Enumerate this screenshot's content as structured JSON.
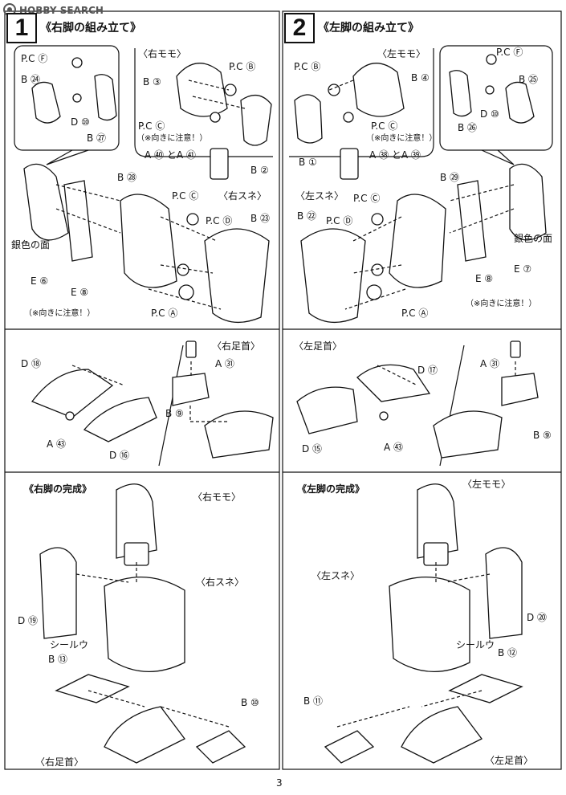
{
  "logo": {
    "text": "HOBBY SEARCH"
  },
  "page_number": "3",
  "step1": {
    "number": "1",
    "title": "《右脚の組み立て》",
    "thigh": {
      "title": "〈右モモ〉",
      "labels": [
        "P.C Ⓑ",
        "B ③",
        "P.C Ⓒ",
        "（※向きに注意！）",
        "A ㊵ とA ㊶",
        "B ②"
      ]
    },
    "inset": {
      "labels": [
        "P.C Ⓕ",
        "B ㉔",
        "D ⑩",
        "B ㉗"
      ]
    },
    "shin": {
      "title": "〈右スネ〉",
      "labels": [
        "B ㉘",
        "P.C Ⓒ",
        "P.C Ⓓ",
        "B ㉓",
        "銀色の面",
        "E ⑥",
        "E ⑧",
        "（※向きに注意！）",
        "P.C Ⓐ"
      ]
    },
    "ankle": {
      "title": "〈右足首〉",
      "labels": [
        "D ⑱",
        "A ㊸",
        "D ⑯",
        "A ㉛",
        "B ⑨"
      ]
    },
    "complete": {
      "title": "《右脚の完成》",
      "labels": [
        "〈右モモ〉",
        "〈右スネ〉",
        "D ⑲",
        "シールウ",
        "B ⑬",
        "B ⑩",
        "〈右足首〉"
      ]
    }
  },
  "step2": {
    "number": "2",
    "title": "《左脚の組み立て》",
    "thigh": {
      "title": "〈左モモ〉",
      "labels": [
        "P.C Ⓑ",
        "B ④",
        "B ①",
        "P.C Ⓒ",
        "（※向きに注意！）",
        "A ㊳ とA ㊴"
      ]
    },
    "inset": {
      "labels": [
        "P.C Ⓕ",
        "B ㉕",
        "D ⑩",
        "B ㉖"
      ]
    },
    "shin": {
      "title": "〈左スネ〉",
      "labels": [
        "B ㉙",
        "P.C Ⓒ",
        "B ㉒",
        "P.C Ⓓ",
        "銀色の面",
        "E ⑧",
        "E ⑦",
        "（※向きに注意！）",
        "P.C Ⓐ"
      ]
    },
    "ankle": {
      "title": "〈左足首〉",
      "labels": [
        "D ⑰",
        "A ㉛",
        "D ⑮",
        "A ㊸",
        "B ⑨"
      ]
    },
    "complete": {
      "title": "《左脚の完成》",
      "labels": [
        "〈左モモ〉",
        "〈左スネ〉",
        "D ⑳",
        "シールウ",
        "B ⑫",
        "B ⑪",
        "〈左足首〉"
      ]
    }
  }
}
